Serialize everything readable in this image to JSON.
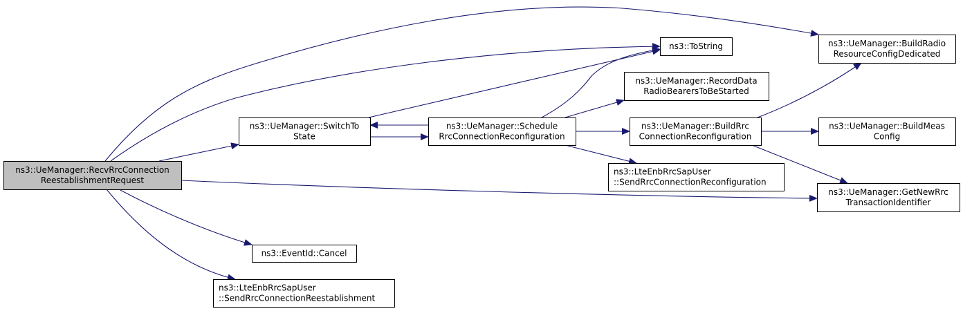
{
  "diagram": {
    "type": "call-graph",
    "edge_color": "#191970",
    "root_fill": "#bfbfbf",
    "node_fill": "#ffffff",
    "nodes": [
      {
        "id": "recv",
        "lines": [
          "ns3::UeManager::RecvRrcConnection",
          "ReestablishmentRequest"
        ],
        "root": true
      },
      {
        "id": "switch",
        "lines": [
          "ns3::UeManager::SwitchTo",
          "State"
        ]
      },
      {
        "id": "schedule",
        "lines": [
          "ns3::UeManager::Schedule",
          "RrcConnectionReconfiguration"
        ]
      },
      {
        "id": "tostring",
        "lines": [
          "ns3::ToString"
        ]
      },
      {
        "id": "buildradio",
        "lines": [
          "ns3::UeManager::BuildRadio",
          "ResourceConfigDedicated"
        ]
      },
      {
        "id": "recorddata",
        "lines": [
          "ns3::UeManager::RecordData",
          "RadioBearersToBeStarted"
        ]
      },
      {
        "id": "buildrrc",
        "lines": [
          "ns3::UeManager::BuildRrc",
          "ConnectionReconfiguration"
        ]
      },
      {
        "id": "buildmeas",
        "lines": [
          "ns3::UeManager::BuildMeas",
          "Config"
        ]
      },
      {
        "id": "sendreconf",
        "lines": [
          "ns3::LteEnbRrcSapUser",
          "::SendRrcConnectionReconfiguration"
        ],
        "align": "left"
      },
      {
        "id": "getnewrrc",
        "lines": [
          "ns3::UeManager::GetNewRrc",
          "TransactionIdentifier"
        ]
      },
      {
        "id": "cancel",
        "lines": [
          "ns3::EventId::Cancel"
        ]
      },
      {
        "id": "sendreest",
        "lines": [
          "ns3::LteEnbRrcSapUser",
          "::SendRrcConnectionReestablishment"
        ],
        "align": "left"
      }
    ],
    "edges": [
      {
        "from": "recv",
        "to": "buildradio"
      },
      {
        "from": "recv",
        "to": "tostring"
      },
      {
        "from": "recv",
        "to": "switch"
      },
      {
        "from": "recv",
        "to": "getnewrrc"
      },
      {
        "from": "recv",
        "to": "cancel"
      },
      {
        "from": "recv",
        "to": "sendreest"
      },
      {
        "from": "switch",
        "to": "tostring"
      },
      {
        "from": "switch",
        "to": "schedule"
      },
      {
        "from": "schedule",
        "to": "switch"
      },
      {
        "from": "schedule",
        "to": "tostring"
      },
      {
        "from": "schedule",
        "to": "recorddata"
      },
      {
        "from": "schedule",
        "to": "buildrrc"
      },
      {
        "from": "schedule",
        "to": "sendreconf"
      },
      {
        "from": "buildrrc",
        "to": "buildradio"
      },
      {
        "from": "buildrrc",
        "to": "buildmeas"
      },
      {
        "from": "buildrrc",
        "to": "getnewrrc"
      }
    ]
  }
}
